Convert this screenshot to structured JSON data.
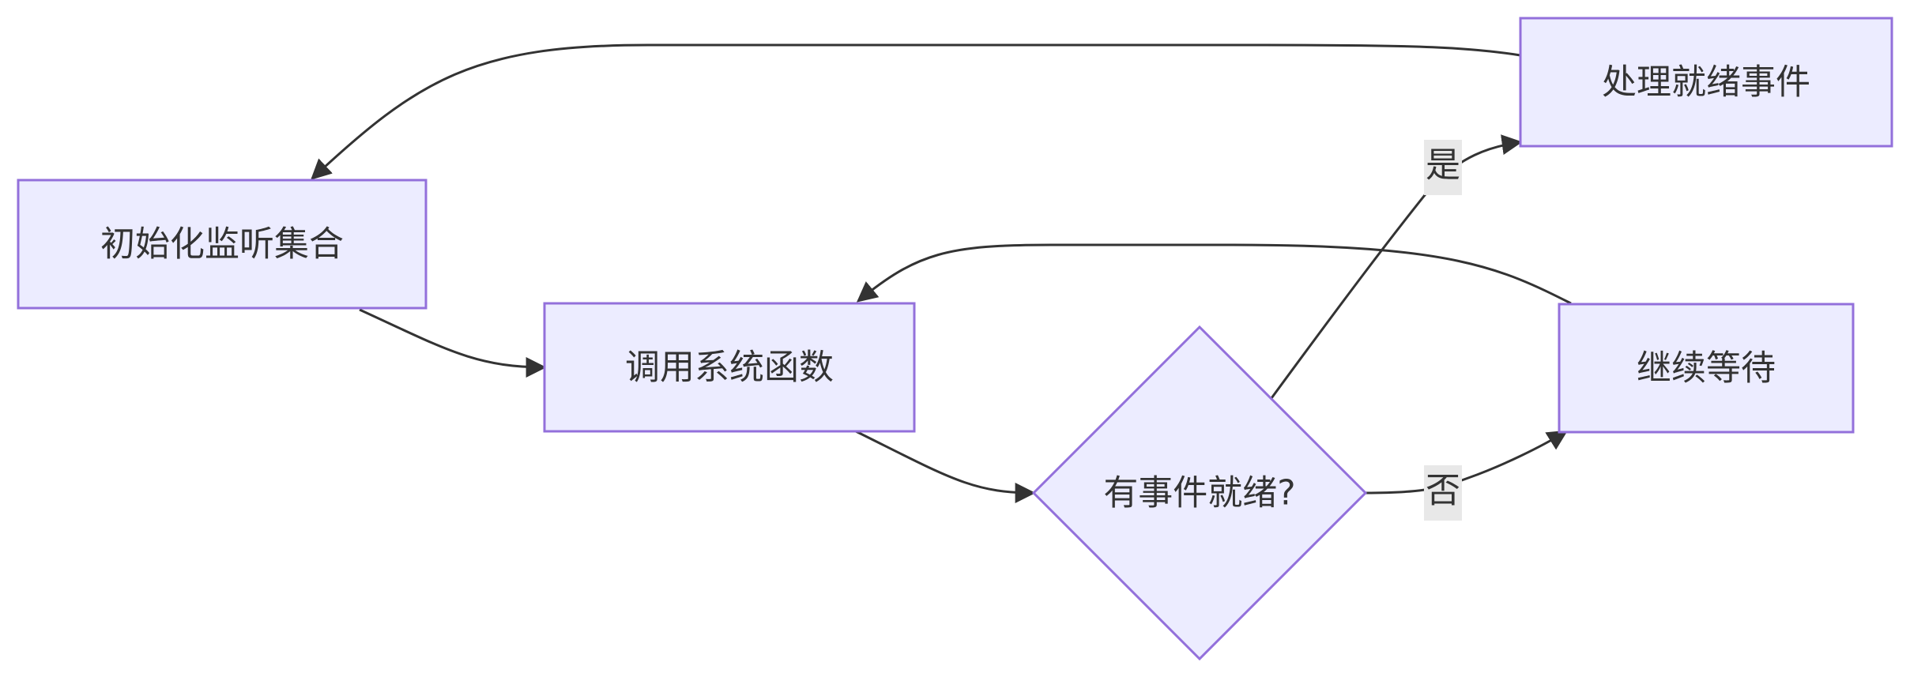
{
  "diagram": {
    "type": "flowchart",
    "colors": {
      "node_fill": "#ECECFF",
      "node_stroke": "#9370DB",
      "edge": "#333333",
      "text": "#333333",
      "edge_label_bg": "#e8e8e8"
    },
    "nodes": {
      "init": "初始化监听集合",
      "call": "调用系统函数",
      "decision": "有事件就绪?",
      "process": "处理就绪事件",
      "wait": "继续等待"
    },
    "edges": [
      {
        "from": "init",
        "to": "call",
        "label": ""
      },
      {
        "from": "call",
        "to": "decision",
        "label": ""
      },
      {
        "from": "decision",
        "to": "process",
        "label": "是"
      },
      {
        "from": "decision",
        "to": "wait",
        "label": "否"
      },
      {
        "from": "process",
        "to": "init",
        "label": ""
      },
      {
        "from": "wait",
        "to": "call",
        "label": ""
      }
    ],
    "edge_labels": {
      "yes": "是",
      "no": "否"
    }
  }
}
